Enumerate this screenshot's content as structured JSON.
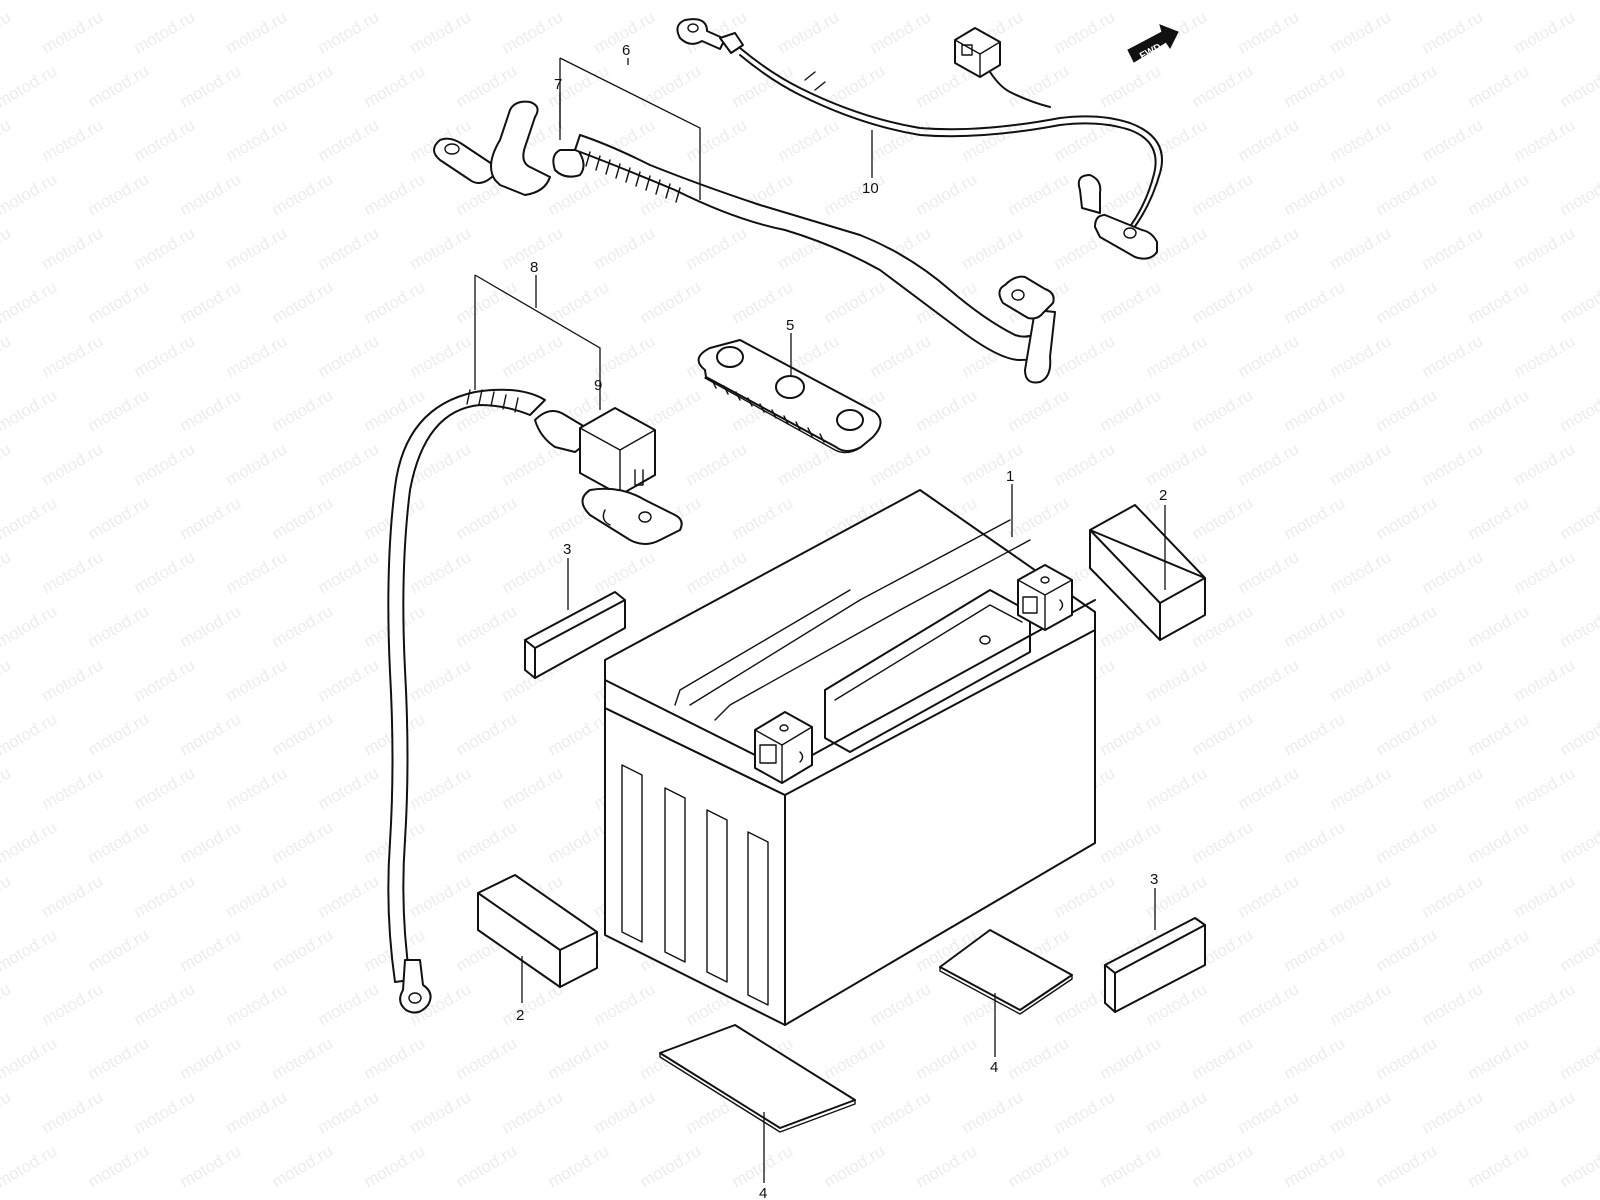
{
  "watermark": "motod.ru",
  "direction_marker": "FWD",
  "callouts": [
    {
      "id": "c1",
      "label": "1"
    },
    {
      "id": "c2a",
      "label": "2"
    },
    {
      "id": "c2b",
      "label": "2"
    },
    {
      "id": "c3a",
      "label": "3"
    },
    {
      "id": "c3b",
      "label": "3"
    },
    {
      "id": "c4a",
      "label": "4"
    },
    {
      "id": "c4b",
      "label": "4"
    },
    {
      "id": "c5",
      "label": "5"
    },
    {
      "id": "c6",
      "label": "6"
    },
    {
      "id": "c7",
      "label": "7"
    },
    {
      "id": "c8",
      "label": "8"
    },
    {
      "id": "c9",
      "label": "9"
    },
    {
      "id": "c10",
      "label": "10"
    }
  ],
  "colors": {
    "line": "#111111",
    "fill": "#ffffff",
    "shade": "#d9d9d9",
    "background": "#ffffff"
  }
}
